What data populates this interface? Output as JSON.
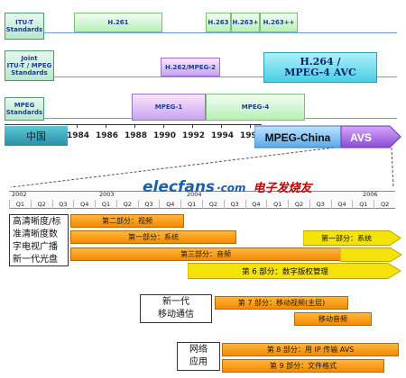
{
  "standards": {
    "itu": "ITU-T\nStandards",
    "joint": "Joint\nITU-T / MPEG\nStandards",
    "mpeg": "MPEG\nStandards"
  },
  "bars": {
    "h261": "H.261",
    "h263": "H.263",
    "h263p": "H.263+",
    "h263pp": "H.263++",
    "h262": "H.262/MPEG-2",
    "h264_l1": "H.264 /",
    "h264_l2": "MPEG-4 AVC",
    "mpeg1": "MPEG-1",
    "mpeg4": "MPEG-4"
  },
  "timeline": {
    "china": "中国",
    "years": [
      "1984",
      "1986",
      "1988",
      "1990",
      "1992",
      "1994",
      "199"
    ],
    "mpeg_china": "MPEG-China",
    "avs": "AVS"
  },
  "detail_axis": {
    "years": [
      "2002",
      "2003",
      "2004",
      "2006"
    ],
    "quarters": [
      "Q1",
      "Q2",
      "Q3",
      "Q4",
      "Q1",
      "Q2",
      "Q3",
      "Q4",
      "Q1",
      "Q2",
      "Q3",
      "Q4",
      "Q1",
      "Q2",
      "Q3",
      "Q4",
      "Q1",
      "Q2"
    ]
  },
  "logo": {
    "en": "elecfans",
    "dot": "·com",
    "zh": "电子发烧友"
  },
  "categories": {
    "hd": "高清晰度/标\n准清晰度数\n字电视广播\n新一代光盘",
    "mobile": "新一代\n移动通信",
    "net": "网络\n应用"
  },
  "tasks": {
    "t2": "第二部分：视频",
    "t1": "第一部分：系统",
    "t1b": "第一部分：系统",
    "t3": "第三部分：音频",
    "t6": "第 6 部分：数字版权管理",
    "t7": "第 7 部分：移动视频(主层)",
    "t7b": "移动音频",
    "t8": "第 8 部分：用 IP 传输 AVS",
    "t9": "第 9 部分：文件格式"
  },
  "colors": {
    "orange": "#f58a00",
    "yellow": "#f4e20a",
    "green": "#b6efb6",
    "cyan": "#48cfe6"
  }
}
